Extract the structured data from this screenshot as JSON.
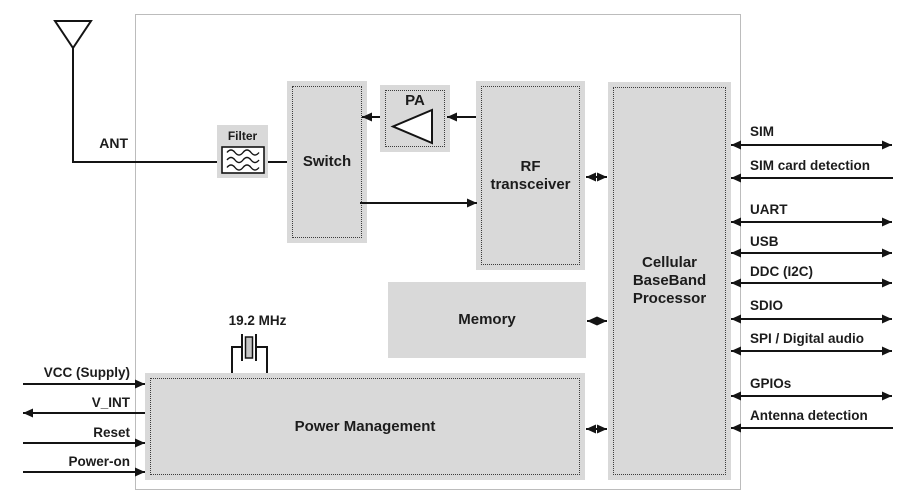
{
  "diagram": {
    "antenna": {
      "label": "ANT"
    },
    "crystal": {
      "label": "19.2 MHz"
    },
    "blocks": {
      "filter": "Filter",
      "switch": "Switch",
      "pa": "PA",
      "rf_transceiver": "RF transceiver",
      "cellular_baseband": "Cellular BaseBand Processor",
      "memory": "Memory",
      "power_management": "Power Management"
    },
    "left_signals": [
      {
        "label": "VCC (Supply)",
        "direction": "in"
      },
      {
        "label": "V_INT",
        "direction": "out"
      },
      {
        "label": "Reset",
        "direction": "in"
      },
      {
        "label": "Power-on",
        "direction": "in"
      }
    ],
    "right_signals": [
      {
        "label": "SIM",
        "direction": "bidirectional"
      },
      {
        "label": "SIM card detection",
        "direction": "in"
      },
      {
        "label": "UART",
        "direction": "bidirectional"
      },
      {
        "label": "USB",
        "direction": "bidirectional"
      },
      {
        "label": "DDC (I2C)",
        "direction": "bidirectional"
      },
      {
        "label": "SDIO",
        "direction": "bidirectional"
      },
      {
        "label": "SPI / Digital audio",
        "direction": "bidirectional"
      },
      {
        "label": "GPIOs",
        "direction": "bidirectional"
      },
      {
        "label": "Antenna detection",
        "direction": "in"
      }
    ],
    "colors": {
      "block_fill": "#d9d9d9",
      "line": "#141414",
      "frame_border": "#bcbcbc",
      "text": "#1c1c1c"
    }
  }
}
